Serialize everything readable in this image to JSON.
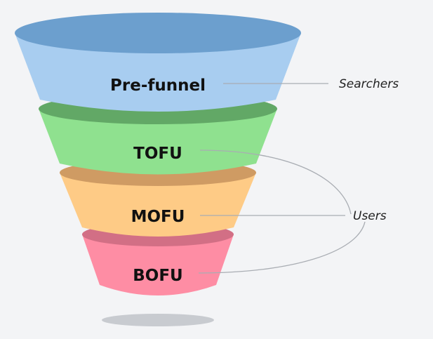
{
  "stages": [
    {
      "label": "Pre-funnel",
      "color": "#a8cdf0",
      "rim_color": "#6c9fce"
    },
    {
      "label": "TOFU",
      "color": "#8fe18f",
      "rim_color": "#62a866"
    },
    {
      "label": "MOFU",
      "color": "#fecb86",
      "rim_color": "#cf9b63"
    },
    {
      "label": "BOFU",
      "color": "#fe8da4",
      "rim_color": "#d26f85"
    }
  ],
  "groups": [
    {
      "label": "Searchers",
      "stages": [
        "Pre-funnel"
      ]
    },
    {
      "label": "Users",
      "stages": [
        "TOFU",
        "MOFU",
        "BOFU"
      ]
    }
  ],
  "shadow_color": "#c8cbd0",
  "connector_color": "#a9adb3"
}
